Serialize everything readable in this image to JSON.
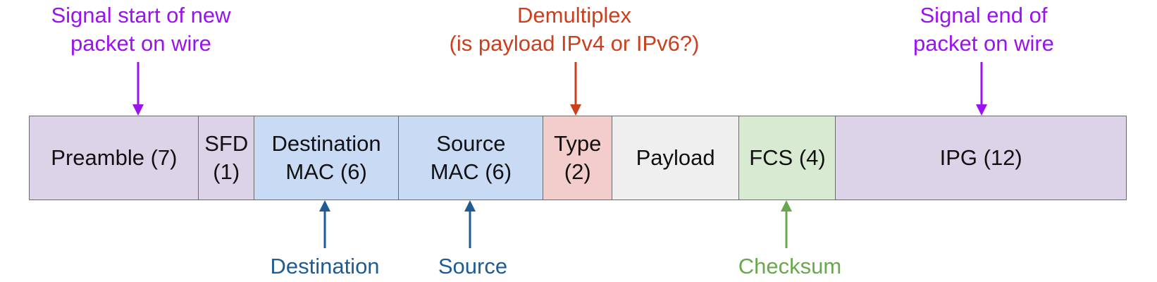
{
  "frame": {
    "fields": [
      {
        "key": "preamble",
        "label": "Preamble (7)"
      },
      {
        "key": "sfd",
        "label": "SFD\n(1)"
      },
      {
        "key": "dst_mac",
        "label": "Destination\nMAC (6)"
      },
      {
        "key": "src_mac",
        "label": "Source\nMAC (6)"
      },
      {
        "key": "type",
        "label": "Type\n(2)"
      },
      {
        "key": "payload",
        "label": "Payload"
      },
      {
        "key": "fcs",
        "label": "FCS (4)"
      },
      {
        "key": "ipg",
        "label": "IPG (12)"
      }
    ]
  },
  "annotations": {
    "start": {
      "text": "Signal start of new\npacket on wire"
    },
    "demux": {
      "text": "Demultiplex\n(is payload IPv4 or IPv6?)"
    },
    "end": {
      "text": "Signal end of\npacket on wire"
    },
    "destination": {
      "text": "Destination"
    },
    "source": {
      "text": "Source"
    },
    "checksum": {
      "text": "Checksum"
    }
  },
  "colors": {
    "preamble_fill": "#dcd3e8",
    "sfd_fill": "#dcd3e8",
    "dst_mac_fill": "#c9daf5",
    "src_mac_fill": "#c9daf5",
    "type_fill": "#f3cccc",
    "payload_fill": "#efefef",
    "fcs_fill": "#d9ead3",
    "ipg_fill": "#dcd3e8",
    "purple": "#9a12f0",
    "red": "#c9401f",
    "blue": "#1f5c96",
    "green": "#6aa84f"
  }
}
